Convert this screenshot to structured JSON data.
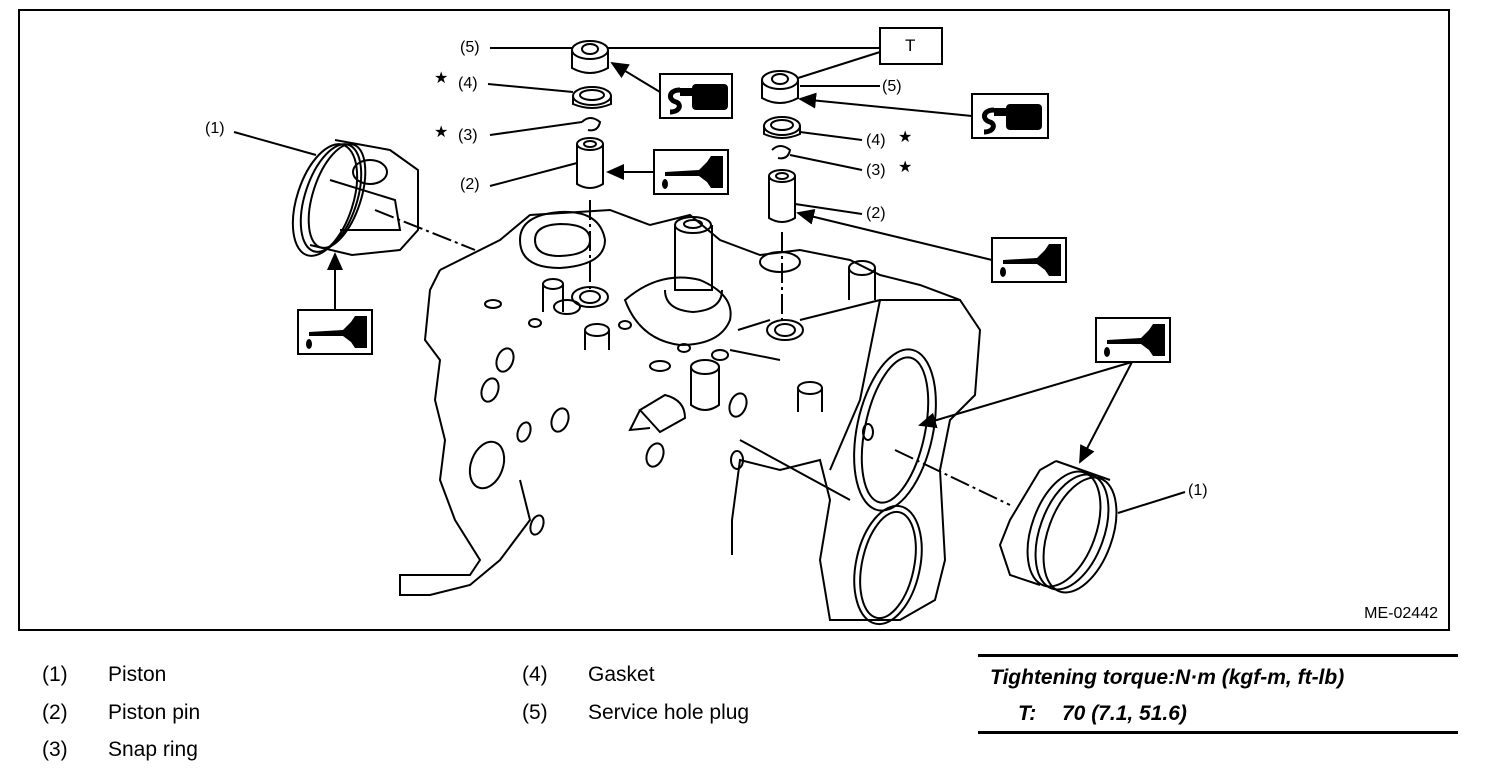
{
  "figure": {
    "id": "ME-02442",
    "callouts": {
      "piston_left": "(1)",
      "piston_right": "(1)",
      "pin_left": "(2)",
      "pin_right": "(2)",
      "snap_left": "(3)",
      "snap_right": "(3)",
      "gasket_left": "(4)",
      "gasket_right": "(4)",
      "plug_left": "(5)",
      "plug_right": "(5)",
      "torque_tag": "T"
    },
    "markers": {
      "replace_star": "★"
    },
    "icons": [
      "liquid-gasket-icon",
      "liquid-gasket-icon",
      "oil-can-icon",
      "oil-can-icon",
      "oil-can-icon",
      "oil-can-icon"
    ]
  },
  "legend": [
    {
      "num": "(1)",
      "label": "Piston"
    },
    {
      "num": "(2)",
      "label": "Piston pin"
    },
    {
      "num": "(3)",
      "label": "Snap ring"
    },
    {
      "num": "(4)",
      "label": "Gasket"
    },
    {
      "num": "(5)",
      "label": "Service hole plug"
    }
  ],
  "torque": {
    "title": "Tightening torque:N·m (kgf-m, ft-lb)",
    "label": "T:",
    "value": "70 (7.1, 51.6)"
  }
}
